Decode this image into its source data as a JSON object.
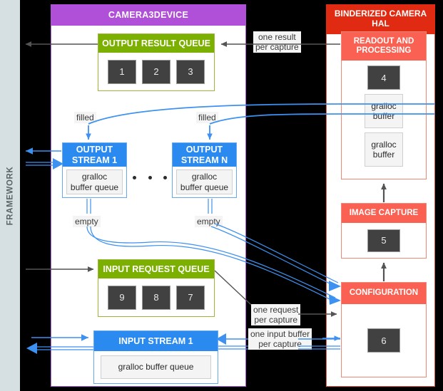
{
  "framework": {
    "label": "FRAMEWORK"
  },
  "camera3device": {
    "title": "CAMERA3DEVICE",
    "output_result_queue": {
      "title": "OUTPUT RESULT QUEUE",
      "chips": [
        "1",
        "2",
        "3"
      ]
    },
    "input_request_queue": {
      "title": "INPUT REQUEST QUEUE",
      "chips": [
        "9",
        "8",
        "7"
      ]
    },
    "output_stream_1": {
      "title": "OUTPUT\nSTREAM 1",
      "title_line1": "OUTPUT",
      "title_line2": "STREAM 1",
      "inner": "gralloc\nbuffer queue",
      "inner_line1": "gralloc",
      "inner_line2": "buffer queue"
    },
    "output_stream_n": {
      "title_line1": "OUTPUT",
      "title_line2": "STREAM N",
      "inner_line1": "gralloc",
      "inner_line2": "buffer queue"
    },
    "input_stream_1": {
      "title": "INPUT STREAM 1",
      "inner": "gralloc buffer queue"
    },
    "ellipsis": "..."
  },
  "hal": {
    "title_line1": "BINDERIZED CAMERA",
    "title_line2": "HAL",
    "readout_processing": {
      "title_line1": "READOUT AND",
      "title_line2": "PROCESSING",
      "chip": "4",
      "buffer_1_line1": "gralloc",
      "buffer_1_line2": "buffer",
      "buffer_2_line1": "gralloc",
      "buffer_2_line2": "buffer"
    },
    "image_capture": {
      "title": "IMAGE CAPTURE",
      "chip": "5"
    },
    "configuration": {
      "title": "CONFIGURATION",
      "chip": "6"
    }
  },
  "edge_labels": {
    "one_result_line1": "one result",
    "one_result_line2": "per capture",
    "filled_1": "filled",
    "filled_2": "filled",
    "empty_1": "empty",
    "empty_2": "empty",
    "one_request_line1": "one request",
    "one_request_line2": "per capture",
    "one_input_line1": "one input buffer",
    "one_input_line2": "per capture"
  },
  "colors": {
    "background": "#000000",
    "framework_rail": "#d6e0e3",
    "camera3device_header": "#b04fd8",
    "hal_header": "#e02b12",
    "green_queue": "#7cb000",
    "blue_stream": "#2a8af0",
    "red_section": "#fa6152",
    "chip": "#414141",
    "gray_arrow": "#545454",
    "blue_arrow": "#3d91f0"
  }
}
